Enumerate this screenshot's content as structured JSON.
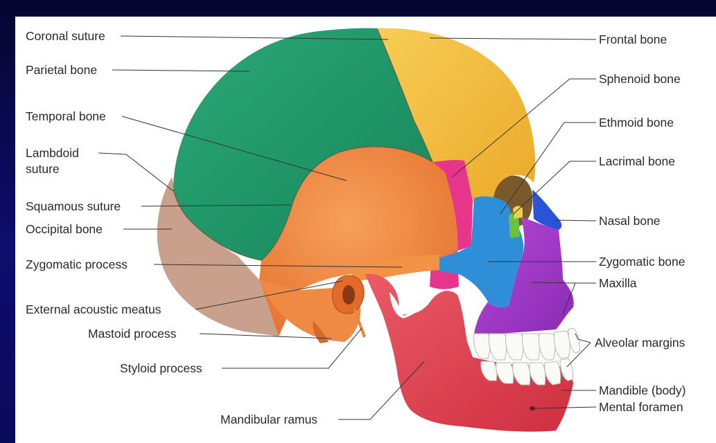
{
  "labels": {
    "coronal_suture": "Coronal suture",
    "parietal_bone": "Parietal bone",
    "temporal_bone": "Temporal bone",
    "lambdoid_suture_line1": "Lambdoid",
    "lambdoid_suture_line2": "suture",
    "squamous_suture": "Squamous suture",
    "occipital_bone": "Occipital bone",
    "zygomatic_process": "Zygomatic process",
    "external_acoustic_meatus": "External acoustic meatus",
    "mastoid_process": "Mastoid process",
    "styloid_process": "Styloid process",
    "mandibular_ramus": "Mandibular ramus",
    "frontal_bone": "Frontal bone",
    "sphenoid_bone": "Sphenoid bone",
    "ethmoid_bone": "Ethmoid bone",
    "lacrimal_bone": "Lacrimal bone",
    "nasal_bone": "Nasal bone",
    "zygomatic_bone": "Zygomatic bone",
    "maxilla": "Maxilla",
    "alveolar_margins": "Alveolar margins",
    "mandible_body": "Mandible (body)",
    "mental_foramen": "Mental foramen"
  },
  "colors": {
    "frame": "#0a0a5a",
    "parietal": "#1f9a6a",
    "frontal": "#f4bf3a",
    "temporal": "#f0843a",
    "occipital": "#c9a08c",
    "sphenoid": "#e6368c",
    "ethmoid": "#6cc23c",
    "lacrimal": "#f0d24a",
    "nasal": "#2a54d8",
    "zygomatic": "#2f8ed8",
    "maxilla": "#a13cc8",
    "mandible": "#e04452"
  }
}
